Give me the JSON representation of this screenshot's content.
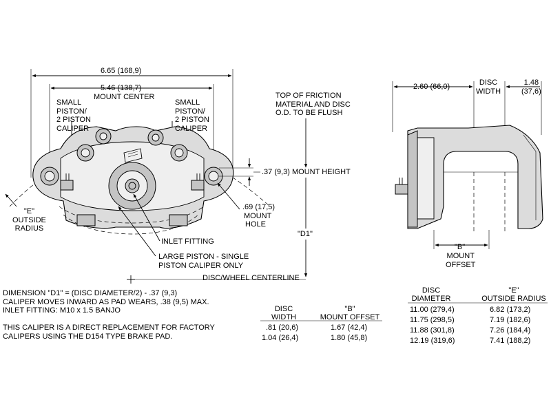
{
  "front_view": {
    "overall_width": "6.65 (168,9)",
    "mount_center": [
      "5.46 (138,7)",
      "MOUNT CENTER"
    ],
    "small_piston_left": [
      "SMALL",
      "PISTON/",
      "2 PISTON",
      "CALIPER"
    ],
    "small_piston_right": [
      "SMALL",
      "PISTON/",
      "2 PISTON",
      "CALIPER"
    ],
    "flush_note": [
      "TOP OF FRICTION",
      "MATERIAL AND DISC",
      "O.D. TO BE FLUSH"
    ],
    "mount_height": ".37 (9,3) MOUNT HEIGHT",
    "mount_hole": [
      ".69 (17,5)",
      "MOUNT",
      "HOLE"
    ],
    "d1_label": "\"D1\"",
    "outside_radius": [
      "\"E\"",
      "OUTSIDE",
      "RADIUS"
    ],
    "inlet_fitting": "INLET FITTING",
    "large_piston": [
      "LARGE PISTON - SINGLE",
      "PISTON CALIPER ONLY"
    ],
    "centerline": "DISC/WHEEL CENTERLINE"
  },
  "side_view": {
    "width_dim": "2.60 (66,0)",
    "disc_width": [
      "DISC",
      "WIDTH"
    ],
    "offset_dim": [
      "1.48",
      "(37,6)"
    ],
    "b_label": "\"B\"",
    "mount_offset": [
      "MOUNT",
      "OFFSET"
    ]
  },
  "notes": [
    "DIMENSION \"D1\" = (DISC DIAMETER/2) - .37 (9,3)",
    "CALIPER MOVES INWARD AS PAD WEARS, .38 (9,5) MAX.",
    "INLET FITTING: M10 x 1.5 BANJO",
    "",
    "THIS CALIPER IS A DIRECT REPLACEMENT FOR FACTORY",
    "CALIPERS USING THE D154 TYPE BRAKE PAD."
  ],
  "table_b": {
    "headers": [
      [
        "DISC",
        "WIDTH"
      ],
      [
        "\"B\"",
        "MOUNT OFFSET"
      ]
    ],
    "rows": [
      [
        ".81  (20,6)",
        "1.67  (42,4)"
      ],
      [
        "1.04  (26,4)",
        "1.80  (45,8)"
      ]
    ]
  },
  "table_e": {
    "headers": [
      [
        "DISC",
        "DIAMETER"
      ],
      [
        "\"E\"",
        "OUTSIDE RADIUS"
      ]
    ],
    "rows": [
      [
        "11.00  (279,4)",
        "6.82  (173,2)"
      ],
      [
        "11.75  (298,5)",
        "7.19  (182,6)"
      ],
      [
        "11.88  (301,8)",
        "7.26  (184,4)"
      ],
      [
        "12.19  (319,6)",
        "7.41  (188,2)"
      ]
    ]
  }
}
